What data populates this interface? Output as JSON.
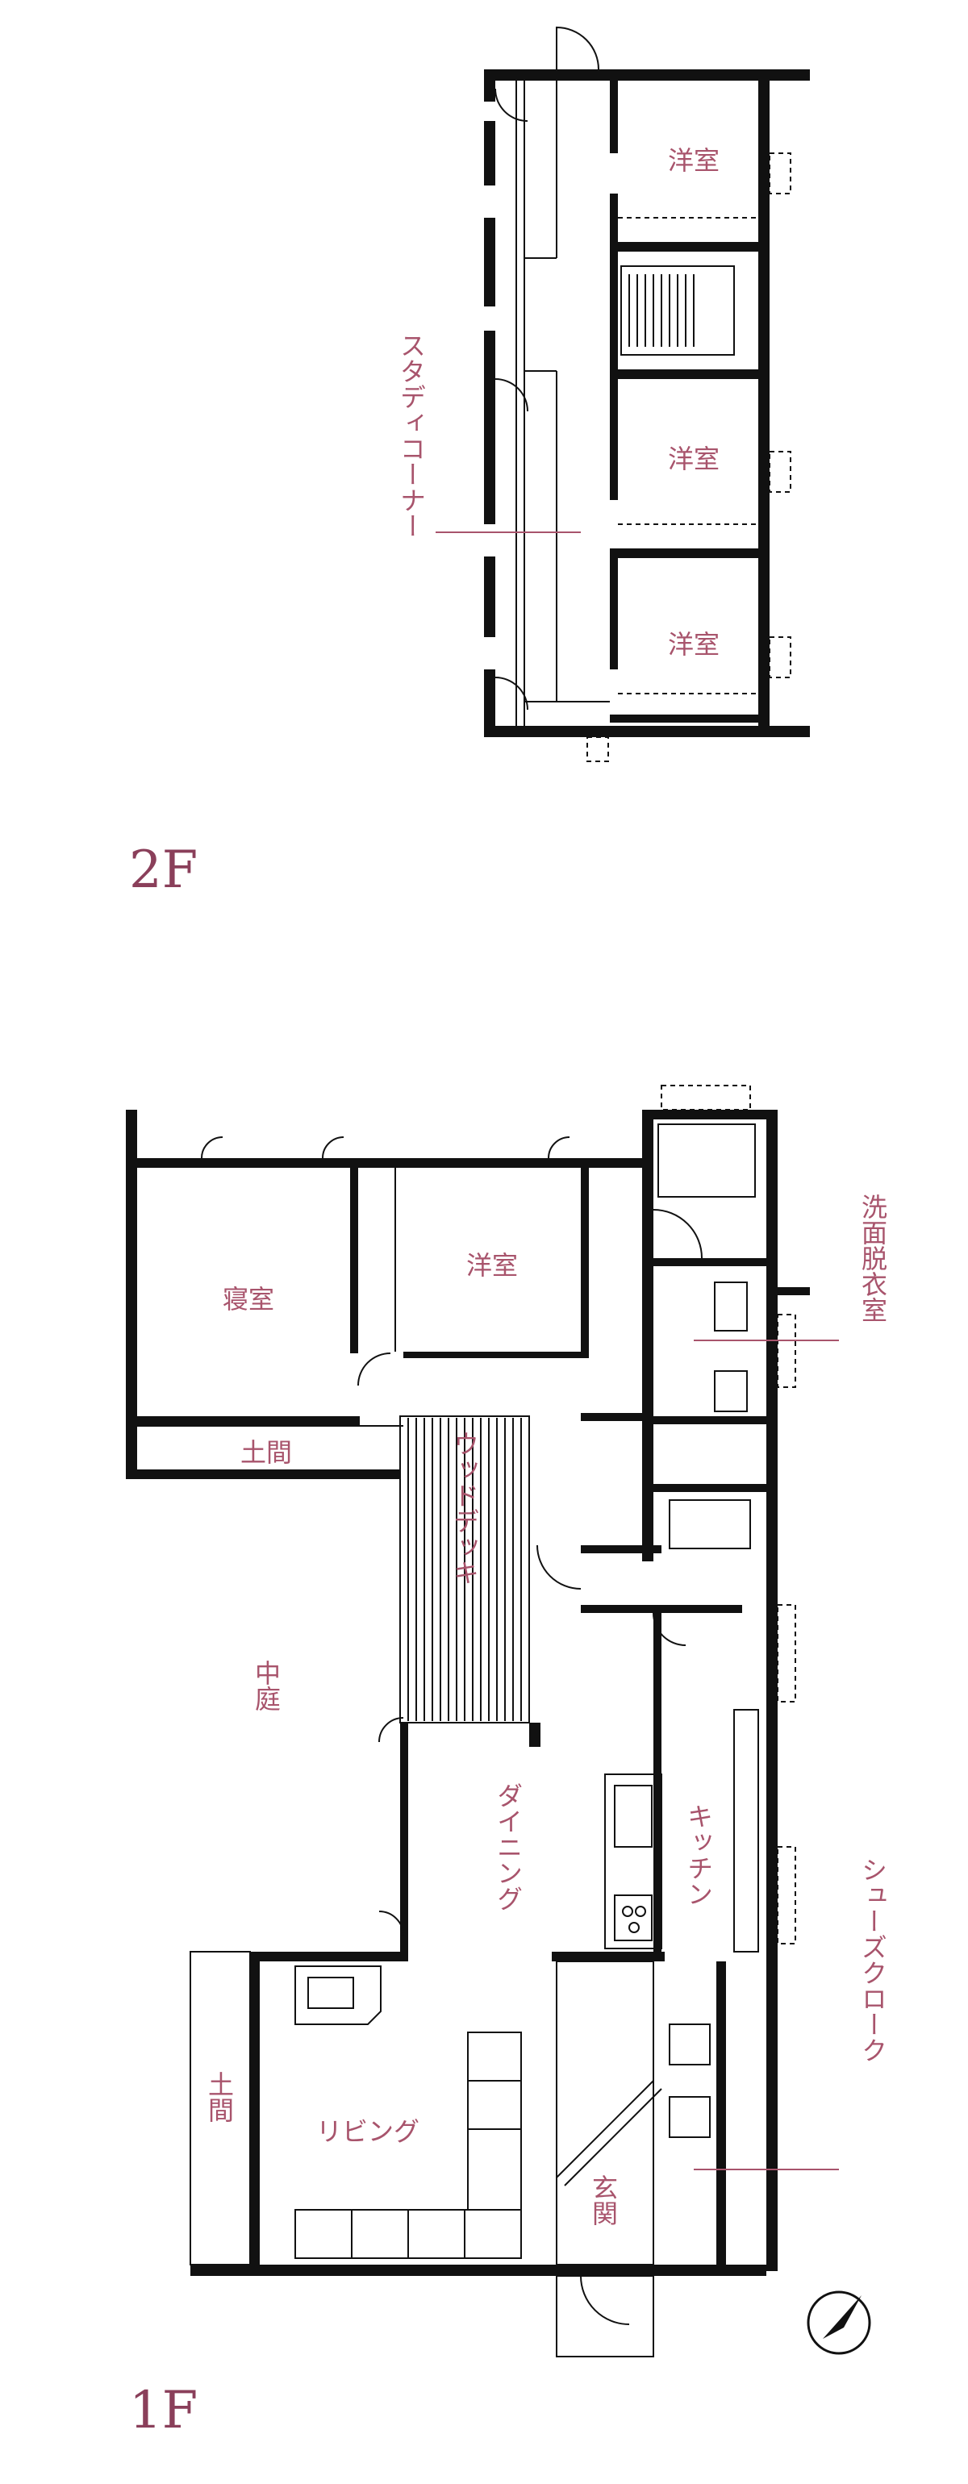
{
  "floors": {
    "upper": {
      "label": "2F"
    },
    "lower": {
      "label": "1F"
    }
  },
  "rooms_2f": {
    "western_1": "洋室",
    "western_2": "洋室",
    "western_3": "洋室",
    "study_corner": "スタディコーナー"
  },
  "rooms_1f": {
    "bedroom": "寝室",
    "western": "洋室",
    "doma_top": "土間",
    "wood_deck": "ウッドデッキ",
    "courtyard": "中庭",
    "dining": "ダイニング",
    "kitchen": "キッチン",
    "living": "リビング",
    "doma_left": "土間",
    "entrance": "玄関",
    "washroom": "洗面脱衣室",
    "shoe_cloak": "シューズクローク"
  },
  "colors": {
    "label": "#a8546c",
    "floor_label": "#8a3f5a",
    "walls": "#111111"
  },
  "icons": {
    "compass": "north-arrow-icon"
  }
}
